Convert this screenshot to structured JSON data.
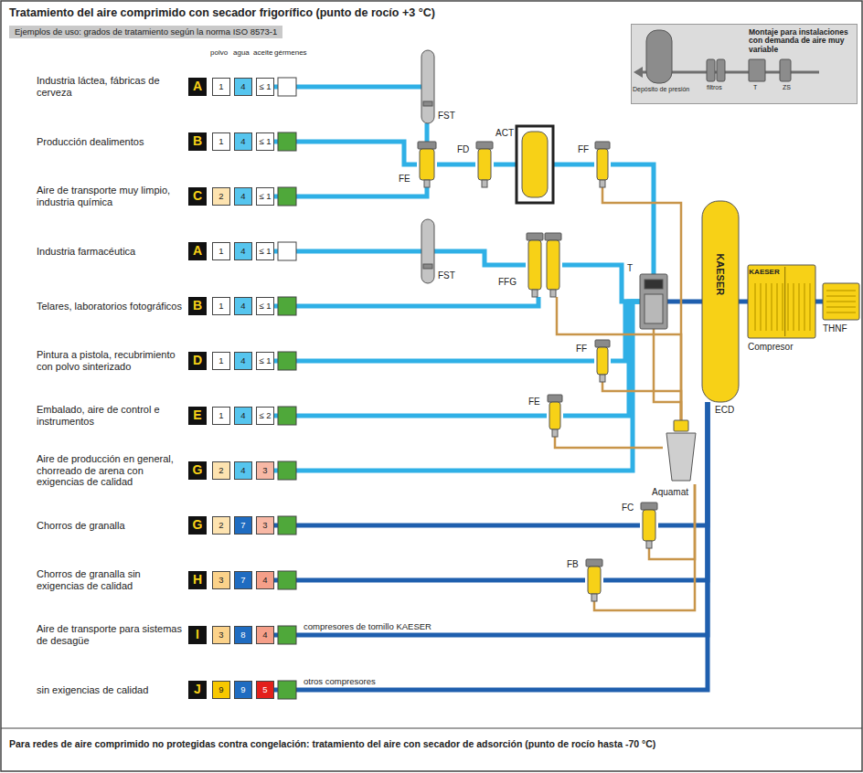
{
  "diagram": {
    "title": "Tratamiento del aire comprimido con secador frigorífico (punto de rocío +3 °C)",
    "nodes": [
      {
        "text": [
          "Ejemplos de uso: grados de tratamiento según la norma ISO 8573-1"
        ]
      },
      {
        "text": [
          "Montaje para instalaciones con demanda de aire muy variable"
        ]
      },
      {
        "text": [
          "A"
        ]
      },
      {
        "text": [
          "1"
        ]
      },
      {
        "text": [
          "4"
        ]
      },
      {
        "text": [
          "≤ 1"
        ]
      },
      {
        "text": [
          "B"
        ]
      },
      {
        "text": [
          "1"
        ]
      },
      {
        "text": [
          "4"
        ]
      },
      {
        "text": [
          "≤ 1"
        ]
      },
      {
        "text": [
          "C"
        ]
      },
      {
        "text": [
          "2"
        ]
      },
      {
        "text": [
          "4"
        ]
      },
      {
        "text": [
          "≤ 1"
        ]
      },
      {
        "text": [
          "A"
        ]
      },
      {
        "text": [
          "1"
        ]
      },
      {
        "text": [
          "4"
        ]
      },
      {
        "text": [
          "≤ 1"
        ]
      },
      {
        "text": [
          "B"
        ]
      },
      {
        "text": [
          "1"
        ]
      },
      {
        "text": [
          "4"
        ]
      },
      {
        "text": [
          "≤ 1"
        ]
      },
      {
        "text": [
          "D"
        ]
      },
      {
        "text": [
          "1"
        ]
      },
      {
        "text": [
          "4"
        ]
      },
      {
        "text": [
          "≤ 1"
        ]
      },
      {
        "text": [
          "E"
        ]
      },
      {
        "text": [
          "1"
        ]
      },
      {
        "text": [
          "4"
        ]
      },
      {
        "text": [
          "≤ 2"
        ]
      },
      {
        "text": [
          "G"
        ]
      },
      {
        "text": [
          "2"
        ]
      },
      {
        "text": [
          "4"
        ]
      },
      {
        "text": [
          "3"
        ]
      },
      {
        "text": [
          "G"
        ]
      },
      {
        "text": [
          "2"
        ]
      },
      {
        "text": [
          "7"
        ]
      },
      {
        "text": [
          "3"
        ]
      },
      {
        "text": [
          "H"
        ]
      },
      {
        "text": [
          "3"
        ]
      },
      {
        "text": [
          "7"
        ]
      },
      {
        "text": [
          "4"
        ]
      },
      {
        "text": [
          "I"
        ]
      },
      {
        "text": [
          "3"
        ]
      },
      {
        "text": [
          "8"
        ]
      },
      {
        "text": [
          "4"
        ]
      },
      {
        "text": [
          "J"
        ]
      },
      {
        "text": [
          "9"
        ]
      },
      {
        "text": [
          "9"
        ]
      },
      {
        "text": [
          "5"
        ]
      },
      {
        "text": [
          "FST"
        ]
      },
      {
        "text": [
          "FE"
        ]
      },
      {
        "text": [
          "FD"
        ]
      },
      {
        "text": [
          "ACT"
        ]
      },
      {
        "text": [
          "FF"
        ]
      },
      {
        "text": [
          "FST"
        ]
      },
      {
        "text": [
          "FFG"
        ]
      },
      {
        "text": [
          "T"
        ]
      },
      {
        "text": [
          "ECD"
        ]
      },
      {
        "text": [
          "Compresor"
        ]
      },
      {
        "text": [
          "THNF"
        ]
      },
      {
        "text": [
          "FF"
        ]
      },
      {
        "text": [
          "FE"
        ]
      },
      {
        "text": [
          "Aquamat"
        ]
      },
      {
        "text": [
          "FC"
        ]
      },
      {
        "text": [
          "FB"
        ]
      }
    ],
    "edges": [
      {
        "from": 60,
        "to": 59,
        "arrow": "none"
      },
      {
        "from": 59,
        "to": 58,
        "arrow": "none"
      },
      {
        "from": 58,
        "to": 57,
        "arrow": "none"
      },
      {
        "from": 57,
        "to": 54,
        "arrow": "none"
      },
      {
        "from": 54,
        "to": 53,
        "arrow": "none"
      },
      {
        "from": 53,
        "to": 52,
        "arrow": "none"
      },
      {
        "from": 52,
        "to": 51,
        "arrow": "none"
      },
      {
        "from": 51,
        "to": 50,
        "arrow": "none"
      },
      {
        "from": 50,
        "to": 5,
        "arrow": "none"
      },
      {
        "from": 51,
        "to": 9,
        "arrow": "none"
      },
      {
        "from": 51,
        "to": 13,
        "arrow": "none"
      },
      {
        "from": 57,
        "to": 56,
        "arrow": "none"
      },
      {
        "from": 56,
        "to": 55,
        "arrow": "none"
      },
      {
        "from": 55,
        "to": 17,
        "arrow": "none"
      },
      {
        "from": 56,
        "to": 21,
        "arrow": "none"
      },
      {
        "from": 57,
        "to": 61,
        "arrow": "none"
      },
      {
        "from": 61,
        "to": 25,
        "arrow": "none"
      },
      {
        "from": 57,
        "to": 62,
        "arrow": "none"
      },
      {
        "from": 62,
        "to": 29,
        "arrow": "none"
      },
      {
        "from": 57,
        "to": 33,
        "arrow": "none"
      },
      {
        "from": 58,
        "to": 64,
        "arrow": "none"
      },
      {
        "from": 64,
        "to": 37,
        "arrow": "none"
      },
      {
        "from": 58,
        "to": 65,
        "arrow": "none"
      },
      {
        "from": 65,
        "to": 41,
        "arrow": "none"
      },
      {
        "from": 58,
        "to": 45,
        "arrow": "none"
      },
      {
        "from": 58,
        "to": 49,
        "arrow": "none"
      },
      {
        "from": 54,
        "to": 63,
        "arrow": "none"
      },
      {
        "from": 56,
        "to": 63,
        "arrow": "none"
      },
      {
        "from": 57,
        "to": 63,
        "arrow": "none"
      },
      {
        "from": 61,
        "to": 63,
        "arrow": "none"
      },
      {
        "from": 62,
        "to": 63,
        "arrow": "none"
      },
      {
        "from": 64,
        "to": 63,
        "arrow": "none"
      },
      {
        "from": 65,
        "to": 63,
        "arrow": "none"
      }
    ],
    "labels": [
      "polvo",
      "agua",
      "aceite",
      "gérmenes",
      "Industria láctea, fábricas de cerveza",
      "Producción dealimentos",
      "Aire de transporte muy limpio, industria química",
      "Industria farmacéutica",
      "Telares, laboratorios fotográficos",
      "Pintura a pistola, recubrimiento con polvo sinterizado",
      "Embalado, aire de control e instrumentos",
      "Aire de producción en general, chorreado de arena con exigencias de calidad",
      "Chorros de granalla",
      "Chorros de granalla sin exigencias de calidad",
      "Aire de transporte para sistemas de desagüe",
      "sin exigencias de calidad",
      "compresores de tornillo KAESER",
      "otros compresores",
      "Para redes de aire comprimido no protegidas contra congelación: tratamiento del aire con secador de adsorción (punto de rocío hasta -70 °C)",
      "Depósito de presión",
      "filtros",
      "T",
      "ZS",
      "KAESER",
      "KAESER"
    ]
  }
}
